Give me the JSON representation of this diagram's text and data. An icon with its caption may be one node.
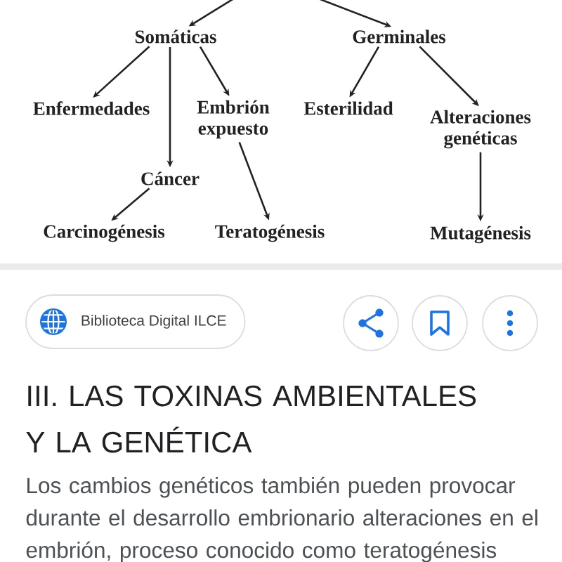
{
  "diagram": {
    "title": "III. LAS TOXINAS AMBIENTALES Y LA GENÉTICA",
    "nodes": [
      {
        "text": [
          "Somáticas"
        ]
      },
      {
        "text": [
          "Germinales"
        ]
      },
      {
        "text": [
          "Enfermedades"
        ]
      },
      {
        "text": [
          "Embrión expuesto"
        ]
      },
      {
        "text": [
          "Esterilidad"
        ]
      },
      {
        "text": [
          "Alteraciones genéticas"
        ]
      },
      {
        "text": [
          "Cáncer"
        ]
      },
      {
        "text": [
          "Carcinogénesis"
        ]
      },
      {
        "text": [
          "Teratogénesis"
        ]
      },
      {
        "text": [
          "Mutagénesis"
        ]
      },
      {
        "text": [
          "Biblioteca Digital ILCE"
        ]
      }
    ],
    "edges": [
      {
        "from": null,
        "to": 0,
        "arrow": "to"
      },
      {
        "from": null,
        "to": 1,
        "arrow": "to"
      },
      {
        "from": 0,
        "to": 2,
        "arrow": "to"
      },
      {
        "from": 0,
        "to": 6,
        "arrow": "to"
      },
      {
        "from": 0,
        "to": 3,
        "arrow": "to"
      },
      {
        "from": 1,
        "to": 4,
        "arrow": "to"
      },
      {
        "from": 1,
        "to": 5,
        "arrow": "to"
      },
      {
        "from": 6,
        "to": 7,
        "arrow": "to"
      },
      {
        "from": 3,
        "to": 8,
        "arrow": "to"
      },
      {
        "from": 5,
        "to": 9,
        "arrow": "to"
      }
    ],
    "labels": [
      "Los cambios genéticos también pueden provocar durante el desarrollo embrionario alteraciones en el embrión, proceso conocido como teratogénesis"
    ]
  }
}
